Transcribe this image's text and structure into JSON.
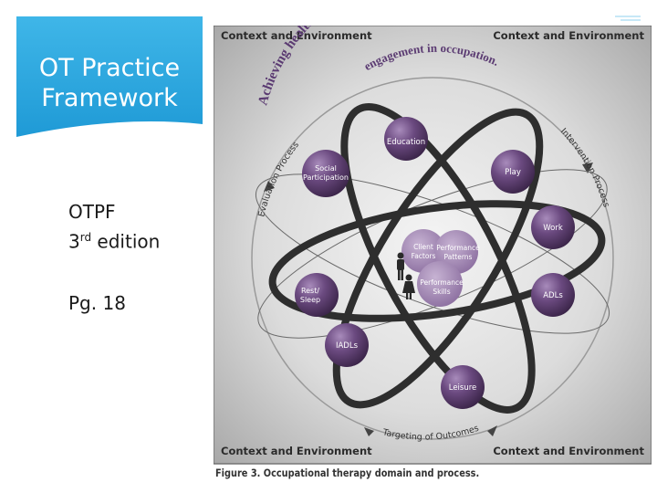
{
  "slide": {
    "title": "OT Practice\nFramework",
    "subtitle_main": "OTPF",
    "edition_num": "3",
    "edition_sup": "rd",
    "edition_word": " edition",
    "page_ref": "Pg. 18",
    "accent_color": "#29a8e0"
  },
  "figure": {
    "corner_labels": [
      "Context and Environment",
      "Context and Environment",
      "Context and Environment",
      "Context and Environment"
    ],
    "top_arc_1": "Achieving health, well-being, and participation in life though",
    "top_arc_2": "engagement in occupation.",
    "left_arc": "Evaluation Process",
    "right_arc": "Intervention Process",
    "bottom_arc": "Targeting of Outcomes",
    "occupations": {
      "education": "Education",
      "play": "Play",
      "social": [
        "Social",
        "Participation"
      ],
      "work": "Work",
      "adls": "ADLs",
      "rest": [
        "Rest/",
        "Sleep"
      ],
      "iadls": "IADLs",
      "leisure": "Leisure"
    },
    "center": {
      "client_factors": [
        "Client",
        "Factors"
      ],
      "performance_patterns": [
        "Performance",
        "Patterns"
      ],
      "performance_skills": [
        "Performance",
        "Skills"
      ]
    },
    "caption": "Figure 3. Occupational therapy domain and process.",
    "ball_color": "#6b4a80"
  }
}
